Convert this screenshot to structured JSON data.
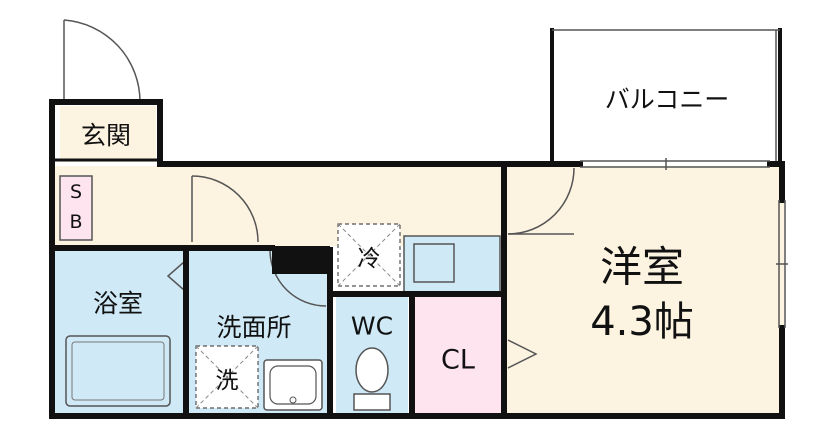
{
  "rooms": {
    "entrance": "玄関",
    "shoe_box": [
      "S",
      "B"
    ],
    "bath": "浴室",
    "washroom": "洗面所",
    "toilet": "WC",
    "closet": "CL",
    "western_room": {
      "name": "洋室",
      "size": "4.3帖"
    },
    "balcony": "バルコニー"
  },
  "appliances": {
    "fridge": "冷",
    "washer": "洗"
  },
  "colors": {
    "wall": "#111111",
    "corridor": "#fdf3e1",
    "wet_area": "#cfeaf6",
    "closet": "#fde4ee",
    "western_room": "#fdf3e1",
    "line": "#555555"
  }
}
